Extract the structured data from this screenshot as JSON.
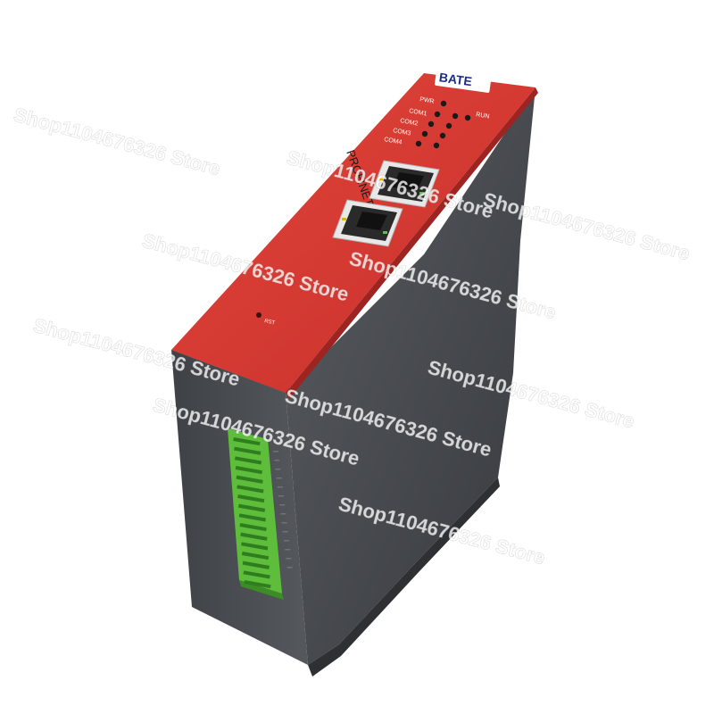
{
  "device": {
    "brand_logo": "BATE",
    "protocol_label": "PROFINET",
    "reset_label": "RST",
    "led_labels": {
      "pwr": "PWR",
      "com1": "COM1",
      "com2": "COM2",
      "com3": "COM3",
      "com4": "COM4",
      "run": "RUN"
    },
    "colors": {
      "front_panel": "#d83a32",
      "body": "#4a4d52",
      "terminal_block": "#5fbd3c",
      "logo_blue": "#1c2f86"
    }
  },
  "watermarks": [
    "Shop1104676326 Store",
    "Shop1104676326 Store",
    "Shop1104676326 Store",
    "Shop1104676326 Store",
    "Shop1104676326 Store",
    "Shop1104676326 Store",
    "Shop1104676326 Store",
    "Shop1104676326 Store",
    "Shop1104676326 Store",
    "Shop1104676326 Store"
  ]
}
